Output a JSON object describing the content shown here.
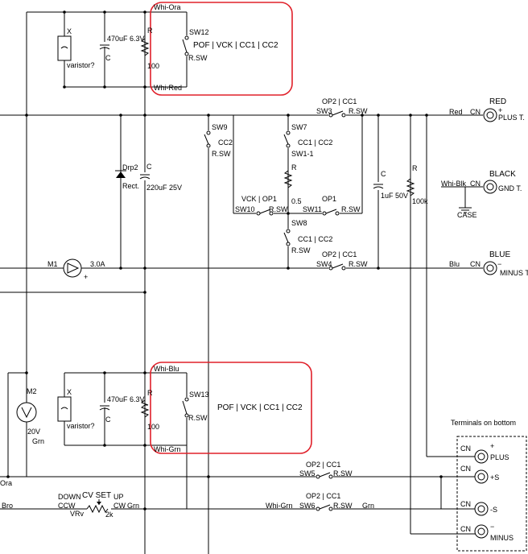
{
  "top_module": {
    "wire_top": "Whi-Ora",
    "wire_bottom": "Whi-Red",
    "switch": "SW12",
    "switch_sub": "R.SW",
    "modes": "POF | VCK | CC1 | CC2",
    "cap": "470uF 6.3V",
    "cap_c": "C",
    "res_r": "R",
    "res_val": "100",
    "varistor_x": "X",
    "varistor": "varistor?"
  },
  "bottom_module": {
    "wire_top": "Whi-Blu",
    "wire_bottom": "Whi-Grn",
    "switch": "SW13",
    "switch_sub": "R.SW",
    "modes": "POF | VCK | CC1 | CC2",
    "cap": "470uF 6.3V",
    "cap_c": "C",
    "res_r": "R",
    "res_val": "100",
    "varistor_x": "X",
    "varistor": "varistor?"
  },
  "middle": {
    "drp2": "Drp2",
    "rect": "Rect.",
    "c_label": "C",
    "c220": "220uF 25V",
    "sw9": "SW9",
    "cc2": "CC2",
    "rsw9": "R.SW",
    "sw7": "SW7",
    "cc1cc2_7": "CC1 | CC2",
    "sw1_1": "SW1-1",
    "r_label": "R",
    "r05": "0.5",
    "vck_op1": "VCK | OP1",
    "sw10": "SW10",
    "rsw10": "R.SW",
    "op1": "OP1",
    "sw11": "SW11",
    "rsw11": "R.SW",
    "sw8": "SW8",
    "cc1cc2_8": "CC1 | CC2",
    "rsw8": "R.SW",
    "op2cc1_3": "OP2 | CC1",
    "sw3": "SW3",
    "rsw3": "R.SW",
    "op2cc1_4": "OP2 | CC1",
    "sw4": "SW4",
    "rsw4": "R.SW",
    "c1u": "C",
    "c1u_val": "1uF 50V",
    "r100k": "R",
    "r100k_val": "100k",
    "m1": "M1",
    "m1_val": "3.0A",
    "m1_plus": "+"
  },
  "terminals": {
    "red_wire": "Red",
    "cn": "CN",
    "red": "RED",
    "plus_t": "PLUS T.",
    "whi_blk": "Whi-Blk",
    "black": "BLACK",
    "gnd_t": "GND T.",
    "case": "CASE",
    "blu_wire": "Blu",
    "blue": "BLUE",
    "minus_t": "MINUS T.",
    "plus_sign": "+",
    "minus_sign": "−",
    "bottom_title": "Terminals on bottom",
    "t_plus": "PLUS",
    "t_plus_s": "+S",
    "t_minus_s": "-S",
    "t_minus": "MINUS"
  },
  "lower": {
    "m2": "M2",
    "m2_val": "20V",
    "m2_wire": "Grn",
    "ora": "Ora",
    "bro": "Bro",
    "down": "DOWN",
    "cv_set": "CV SET",
    "up": "UP",
    "ccw": "CCW",
    "cw": "CW",
    "vrv": "VRv",
    "vr_val": "2k",
    "grn": "Grn",
    "op2cc1_5": "OP2 | CC1",
    "sw5": "SW5",
    "rsw5": "R.SW",
    "op2cc1_6": "OP2 | CC1",
    "sw6": "SW6",
    "rsw6": "R.SW",
    "whi_grn": "Whi-Grn",
    "grn2": "Grn"
  },
  "colors": {
    "highlight": "#e0202a",
    "line": "#000000"
  }
}
